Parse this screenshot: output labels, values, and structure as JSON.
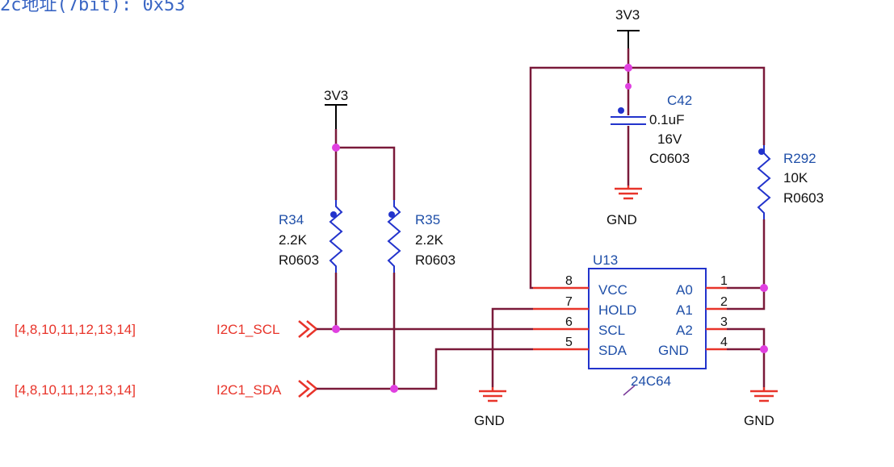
{
  "header": {
    "note": "2c地址(7bit): 0x53"
  },
  "power": {
    "rail_left": "3V3",
    "rail_top": "3V3"
  },
  "ground": {
    "label": "GND"
  },
  "resistors": [
    {
      "ref": "R34",
      "value": "2.2K",
      "package": "R0603"
    },
    {
      "ref": "R35",
      "value": "2.2K",
      "package": "R0603"
    },
    {
      "ref": "R292",
      "value": "10K",
      "package": "R0603"
    }
  ],
  "capacitor": {
    "ref": "C42",
    "value": "0.1uF",
    "voltage": "16V",
    "package": "C0603"
  },
  "ports": [
    {
      "name": "I2C1_SCL",
      "sheets": "[4,8,10,11,12,13,14]"
    },
    {
      "name": "I2C1_SDA",
      "sheets": "[4,8,10,11,12,13,14]"
    }
  ],
  "ic": {
    "ref": "U13",
    "part": "24C64",
    "left_pins": [
      {
        "num": "8",
        "name": "VCC"
      },
      {
        "num": "7",
        "name": "HOLD"
      },
      {
        "num": "6",
        "name": "SCL"
      },
      {
        "num": "5",
        "name": "SDA"
      }
    ],
    "right_pins": [
      {
        "num": "1",
        "name": "A0"
      },
      {
        "num": "2",
        "name": "A1"
      },
      {
        "num": "3",
        "name": "A2"
      },
      {
        "num": "4",
        "name": "GND"
      }
    ]
  },
  "colors": {
    "wire": "#7a1a3a",
    "pin": "#e8342a",
    "junction": "#e040e0",
    "ic_outline": "#2233cc",
    "label_blue": "#1f4fa8"
  }
}
